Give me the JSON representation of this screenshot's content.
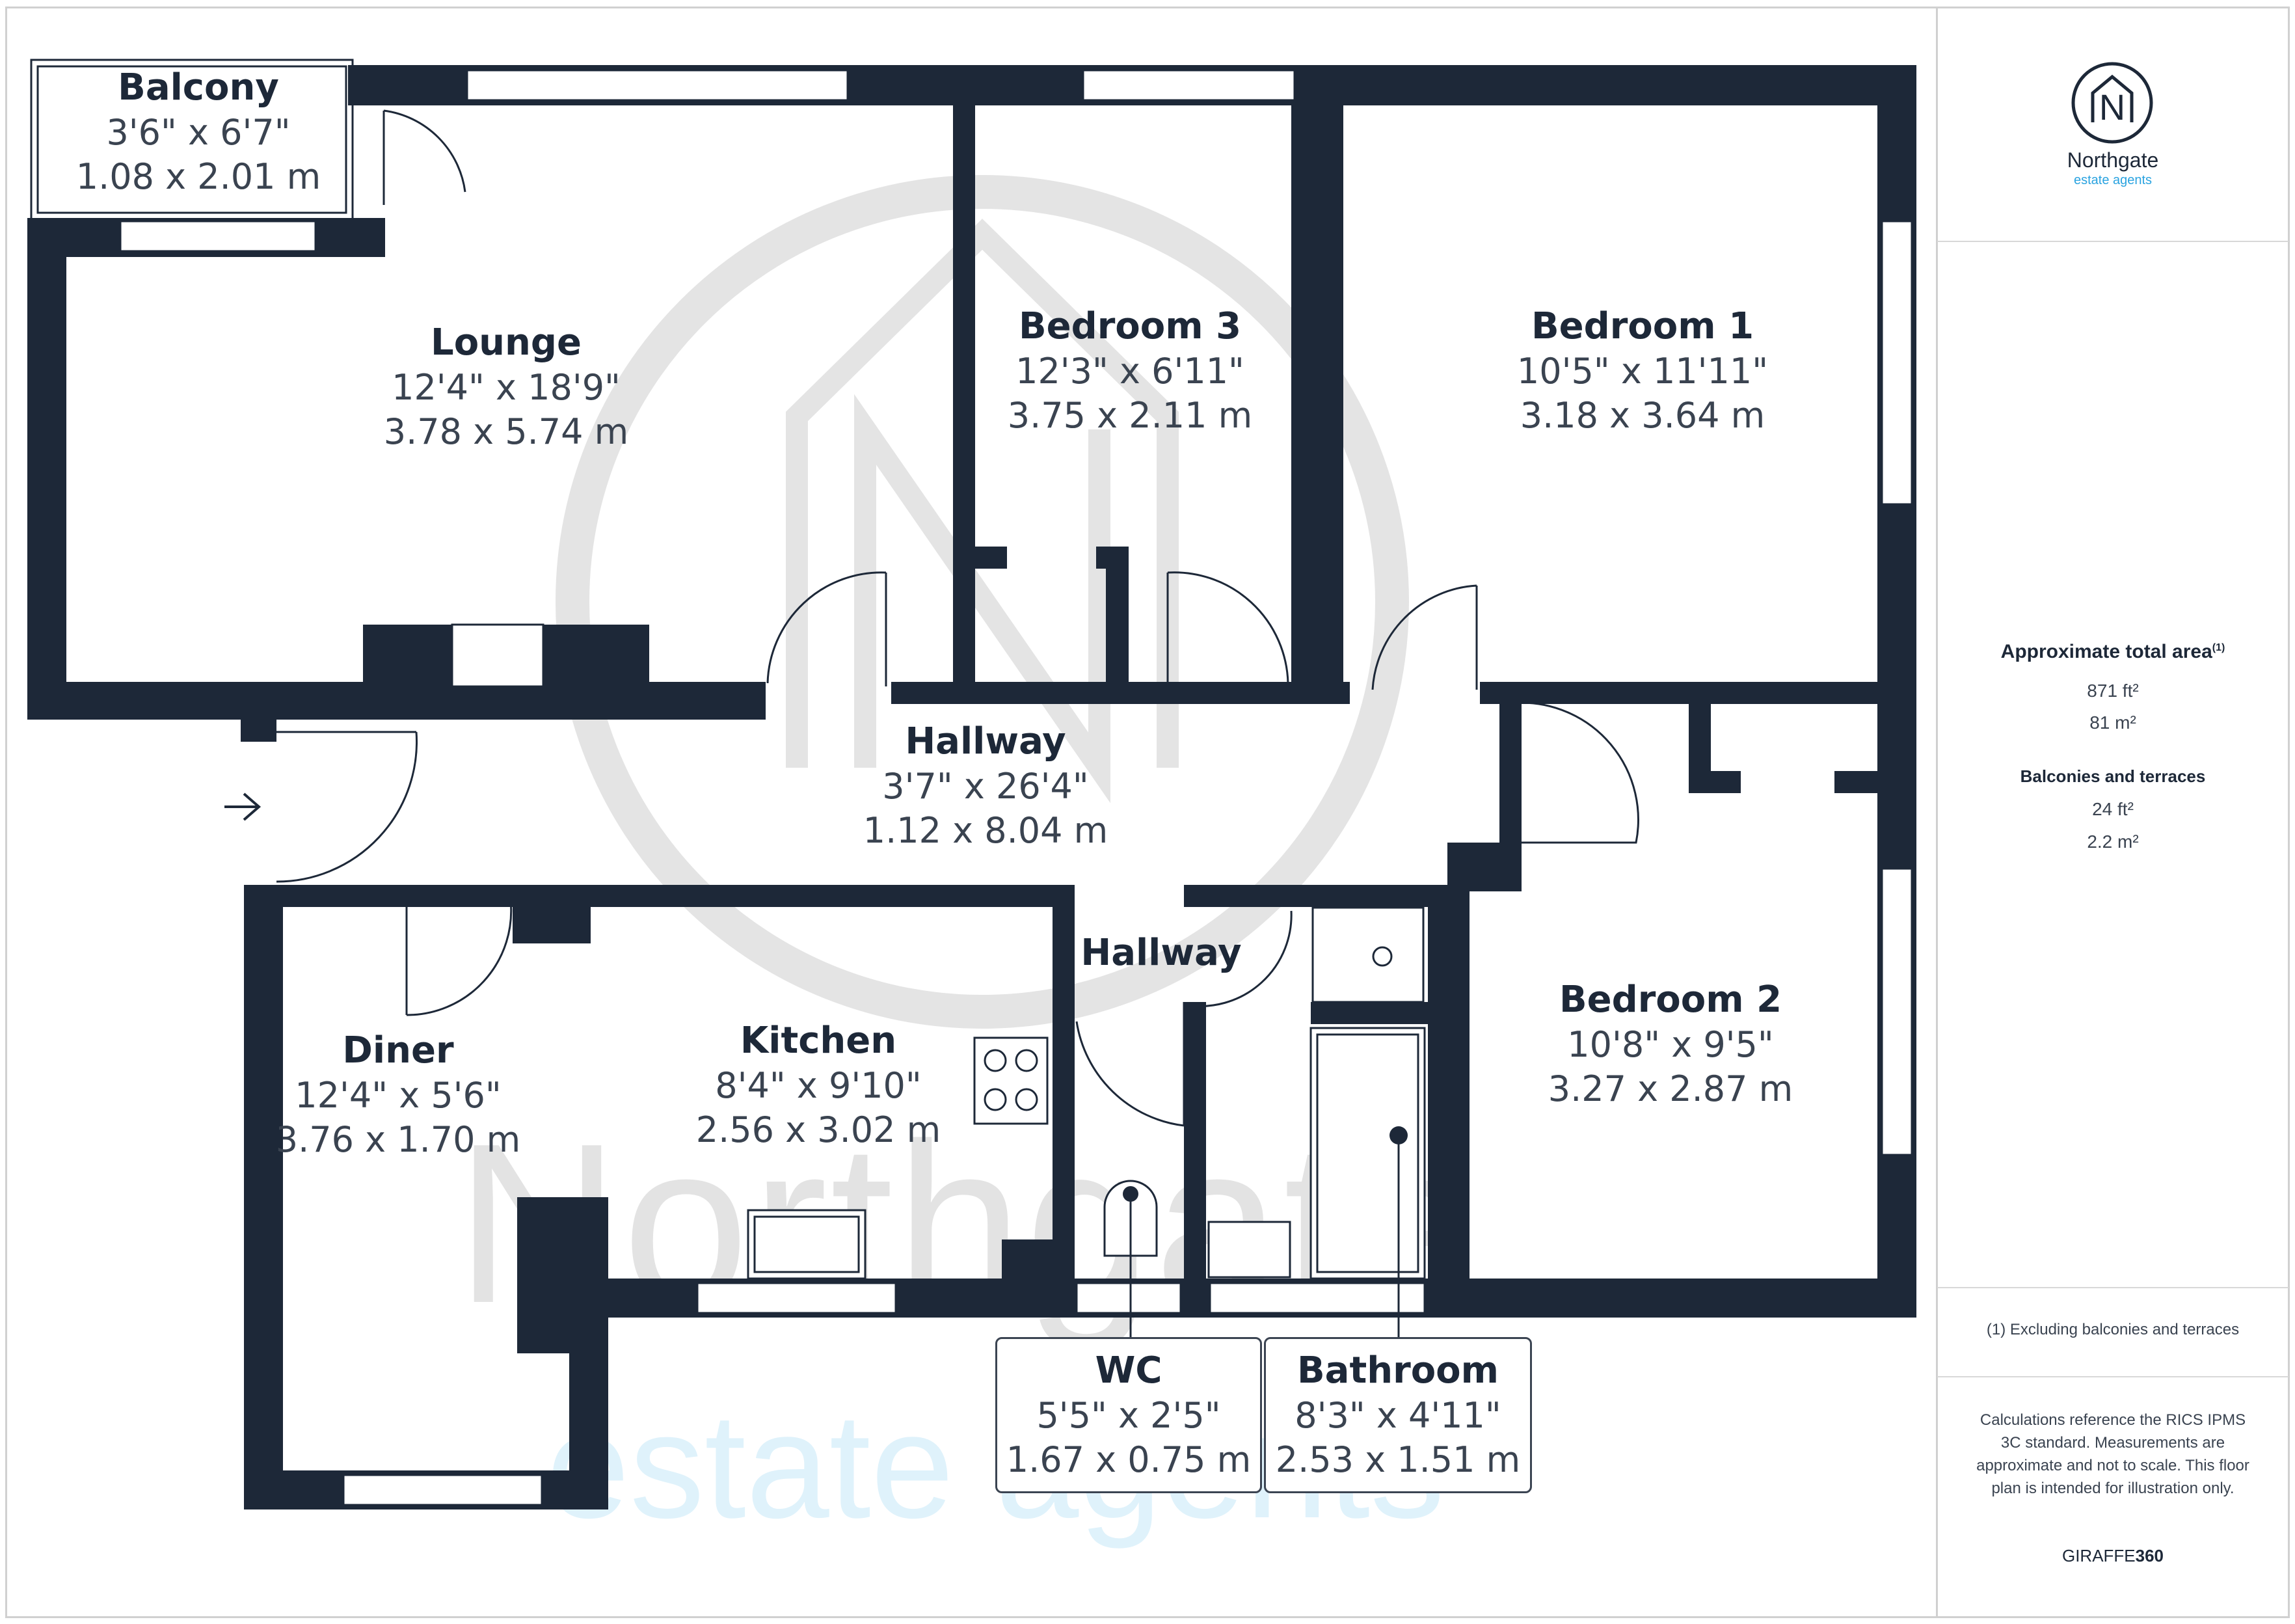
{
  "brand": {
    "name": "Northgate",
    "tagline": "estate agents",
    "logo_letter": "N",
    "logo_color": "#1d2838",
    "tagline_color": "#2aa3e0"
  },
  "watermark": {
    "word": "Northgate",
    "tagline": "estate agents",
    "ring_color": "#e3e3e3",
    "tagline_color": "#dff2fb"
  },
  "colors": {
    "wall": "#1d2838",
    "window": "#ffffff",
    "fixture_stroke": "#1d2838"
  },
  "rooms": [
    {
      "id": "balcony",
      "name": "Balcony",
      "dim_imperial": "3'6\" x 6'7\"",
      "dim_metric": "1.08 x 2.01 m"
    },
    {
      "id": "lounge",
      "name": "Lounge",
      "dim_imperial": "12'4\" x 18'9\"",
      "dim_metric": "3.78 x 5.74 m"
    },
    {
      "id": "bedroom3",
      "name": "Bedroom 3",
      "dim_imperial": "12'3\" x 6'11\"",
      "dim_metric": "3.75 x 2.11 m"
    },
    {
      "id": "bedroom1",
      "name": "Bedroom 1",
      "dim_imperial": "10'5\" x 11'11\"",
      "dim_metric": "3.18 x 3.64 m"
    },
    {
      "id": "hallway",
      "name": "Hallway",
      "dim_imperial": "3'7\" x 26'4\"",
      "dim_metric": "1.12 x 8.04 m"
    },
    {
      "id": "hallway2",
      "name": "Hallway"
    },
    {
      "id": "bedroom2",
      "name": "Bedroom 2",
      "dim_imperial": "10'8\" x 9'5\"",
      "dim_metric": "3.27 x 2.87 m"
    },
    {
      "id": "diner",
      "name": "Diner",
      "dim_imperial": "12'4\" x 5'6\"",
      "dim_metric": "3.76 x 1.70 m"
    },
    {
      "id": "kitchen",
      "name": "Kitchen",
      "dim_imperial": "8'4\" x 9'10\"",
      "dim_metric": "2.56 x 3.02 m"
    },
    {
      "id": "wc",
      "name": "WC",
      "dim_imperial": "5'5\" x 2'5\"",
      "dim_metric": "1.67 x 0.75 m"
    },
    {
      "id": "bathroom",
      "name": "Bathroom",
      "dim_imperial": "8'3\" x 4'11\"",
      "dim_metric": "2.53 x 1.51 m"
    }
  ],
  "area_panel": {
    "total_title": "Approximate total area",
    "total_note_ref": "(1)",
    "total_ft2": "871 ft²",
    "total_m2": "81 m²",
    "balconies_title": "Balconies and terraces",
    "balconies_ft2": "24 ft²",
    "balconies_m2": "2.2 m²",
    "footnote": "(1) Excluding balconies and terraces",
    "disclaimer": "Calculations reference the RICS IPMS 3C standard. Measurements are approximate and not to scale. This floor plan is intended for illustration only.",
    "credit_light": "GIRAFFE",
    "credit_bold": "360"
  }
}
